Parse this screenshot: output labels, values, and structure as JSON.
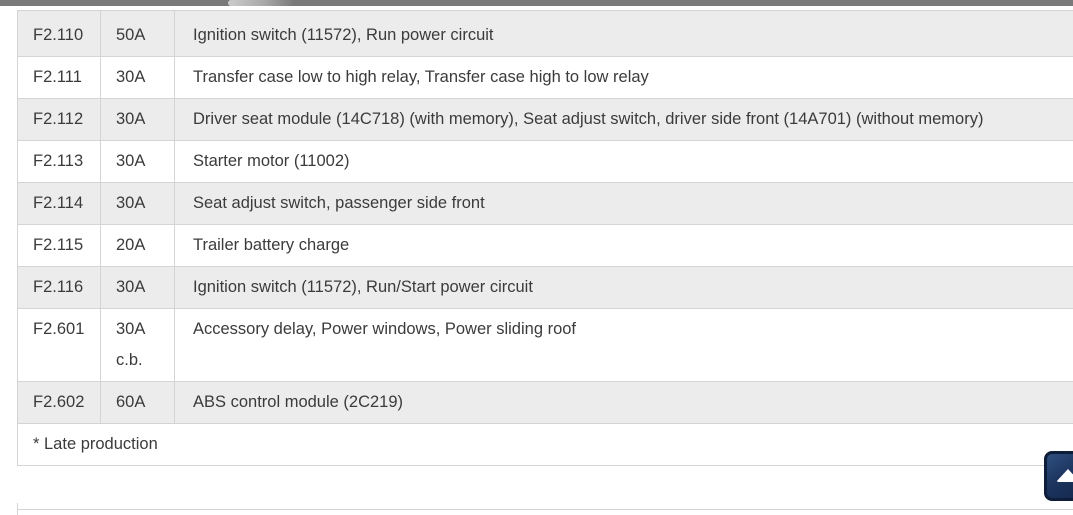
{
  "top_scrollbar": {
    "track_color": "#7a7a7a",
    "thumb_color": "#bbbbbb"
  },
  "colors": {
    "row_alt_background": "#ececec",
    "table_border": "#d4d4d4",
    "text": "#3b3b3b",
    "button_navy": "#1d3560"
  },
  "fuse_table": {
    "rows": [
      {
        "fuse": "F2.110",
        "rating": "50A",
        "rating_note": "",
        "description": "Ignition switch (11572), Run power circuit"
      },
      {
        "fuse": "F2.111",
        "rating": "30A",
        "rating_note": "",
        "description": "Transfer case low to high relay, Transfer case high to low relay"
      },
      {
        "fuse": "F2.112",
        "rating": "30A",
        "rating_note": "",
        "description": "Driver seat module (14C718) (with memory), Seat adjust switch, driver side front (14A701) (without memory)"
      },
      {
        "fuse": "F2.113",
        "rating": "30A",
        "rating_note": "",
        "description": "Starter motor (11002)"
      },
      {
        "fuse": "F2.114",
        "rating": "30A",
        "rating_note": "",
        "description": "Seat adjust switch, passenger side front"
      },
      {
        "fuse": "F2.115",
        "rating": "20A",
        "rating_note": "",
        "description": "Trailer battery charge"
      },
      {
        "fuse": "F2.116",
        "rating": "30A",
        "rating_note": "",
        "description": "Ignition switch (11572), Run/Start power circuit"
      },
      {
        "fuse": "F2.601",
        "rating": "30A",
        "rating_note": "c.b.",
        "description": "Accessory delay, Power windows, Power sliding roof"
      },
      {
        "fuse": "F2.602",
        "rating": "60A",
        "rating_note": "",
        "description": "ABS control module (2C219)"
      }
    ],
    "footnote": "* Late production"
  },
  "back_to_top": {
    "icon": "triangle-up-icon"
  }
}
